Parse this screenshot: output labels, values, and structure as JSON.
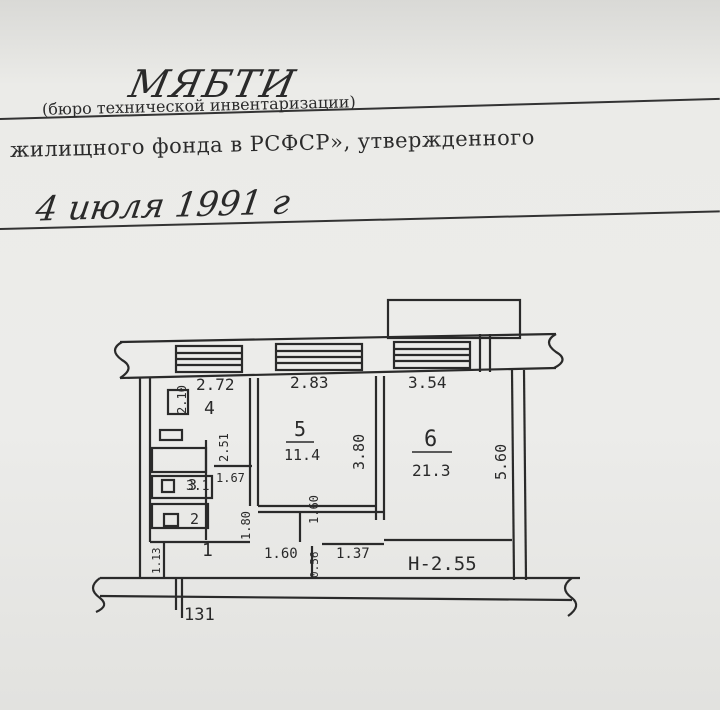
{
  "header": {
    "bureau_handwritten": "МЯБТИ",
    "bureau_caption": "(бюро технической инвентаризации)",
    "fund_line": "жилищного фонда в РСФСР», утвержденного",
    "date_handwritten": "4 июля 1991 г"
  },
  "plan": {
    "rooms": [
      {
        "number": "4"
      },
      {
        "number": "5",
        "area": "11.4"
      },
      {
        "number": "6",
        "area": "21.3"
      },
      {
        "number": "3"
      },
      {
        "number": "2"
      },
      {
        "number": "1"
      }
    ],
    "dimensions": {
      "top_left": "2.72",
      "top_mid": "2.83",
      "top_right": "3.54",
      "room5_depth": "3.80",
      "room6_depth": "5.60",
      "room4_depth": "2.10",
      "corridor_depth": "2.51",
      "bath": "1.67",
      "wc": "3.1",
      "closet_a": "1.60",
      "closet_b": "1.80",
      "hall_len": "1.60",
      "hall_b": "1.37",
      "entry": "1.13",
      "entry_b": "0.56",
      "bottom": "131",
      "height": "Н-2.55"
    }
  }
}
